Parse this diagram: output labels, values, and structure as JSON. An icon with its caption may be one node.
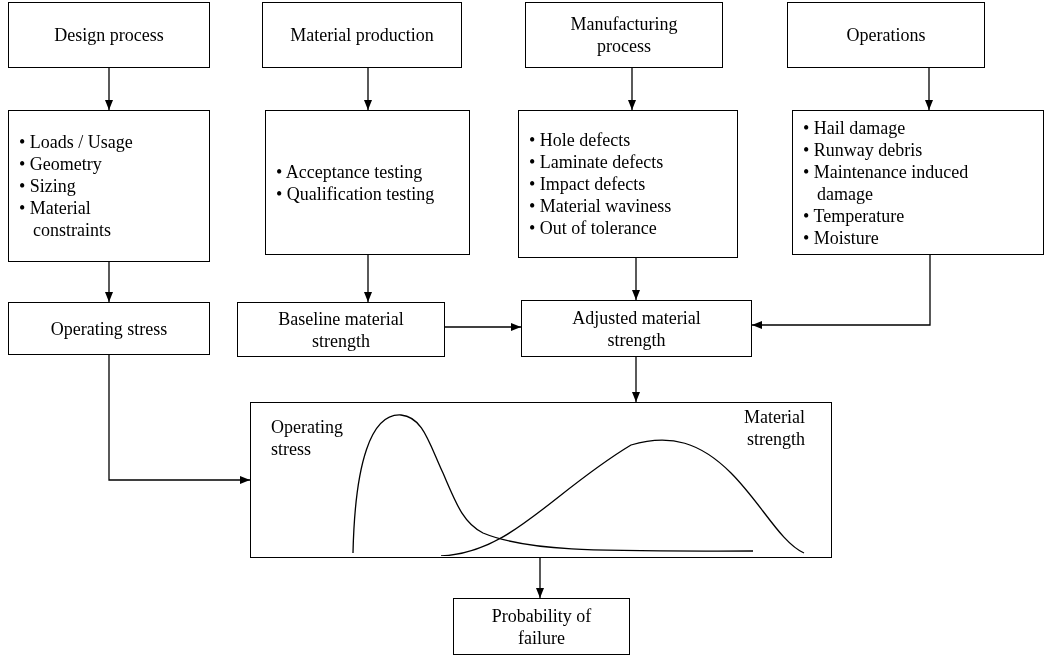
{
  "diagram": {
    "nodes": [
      {
        "text": [
          "Design process"
        ]
      },
      {
        "text": [
          "Material production"
        ]
      },
      {
        "text": [
          "Manufacturing process"
        ]
      },
      {
        "text": [
          "Operations"
        ]
      },
      {
        "text": [
          "• Loads / Usage",
          "• Geometry",
          "• Sizing",
          "• Material constraints"
        ]
      },
      {
        "text": [
          "• Acceptance testing",
          "• Qualification testing"
        ]
      },
      {
        "text": [
          "• Hole defects",
          "• Laminate defects",
          "• Impact defects",
          "• Material waviness",
          "• Out of tolerance"
        ]
      },
      {
        "text": [
          "• Hail damage",
          "• Runway debris",
          "• Maintenance induced damage",
          "• Temperature",
          "• Moisture"
        ]
      },
      {
        "text": [
          "Operating stress"
        ]
      },
      {
        "text": [
          "Baseline material strength"
        ]
      },
      {
        "text": [
          "Adjusted material strength"
        ]
      },
      {
        "text": [
          "Operating stress",
          "Material strength"
        ]
      },
      {
        "text": [
          "Probability of failure"
        ]
      }
    ],
    "edges": [
      {
        "from": 0,
        "to": 4,
        "arrow": "to"
      },
      {
        "from": 1,
        "to": 5,
        "arrow": "to"
      },
      {
        "from": 2,
        "to": 6,
        "arrow": "to"
      },
      {
        "from": 3,
        "to": 7,
        "arrow": "to"
      },
      {
        "from": 4,
        "to": 8,
        "arrow": "to"
      },
      {
        "from": 5,
        "to": 9,
        "arrow": "to"
      },
      {
        "from": 6,
        "to": 10,
        "arrow": "to"
      },
      {
        "from": 7,
        "to": 10,
        "arrow": "to"
      },
      {
        "from": 9,
        "to": 10,
        "arrow": "to"
      },
      {
        "from": 10,
        "to": 11,
        "arrow": "to"
      },
      {
        "from": 8,
        "to": 11,
        "arrow": "to"
      },
      {
        "from": 11,
        "to": 12,
        "arrow": "to"
      }
    ]
  }
}
